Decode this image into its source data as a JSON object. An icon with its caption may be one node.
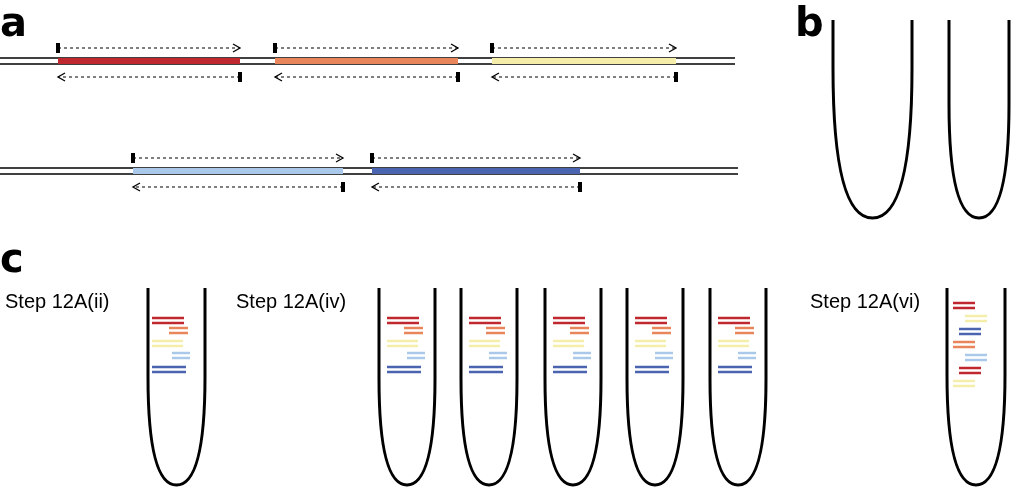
{
  "diagram": {
    "labels": [
      "a",
      "b",
      "c",
      "Step 12A(ii)",
      "Step 12A(iv)",
      "Step 12A(vi)"
    ]
  }
}
